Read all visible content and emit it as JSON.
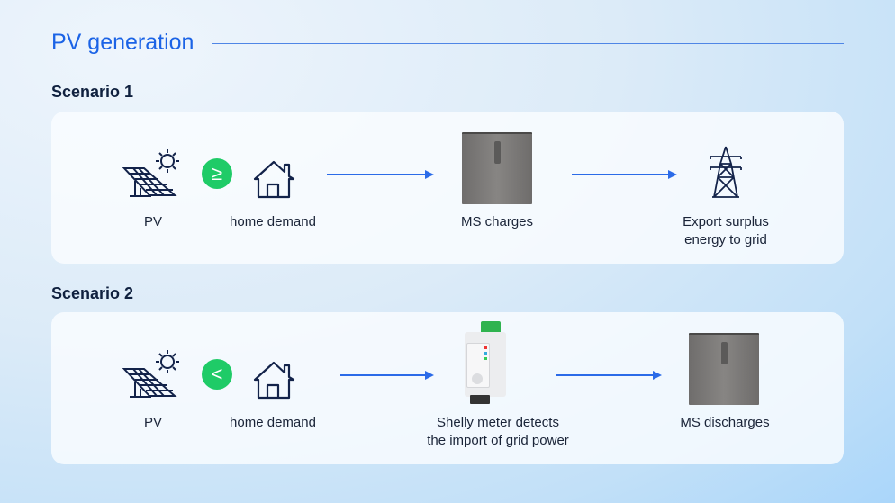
{
  "title": "PV generation",
  "scenarios": [
    {
      "label": "Scenario 1",
      "items": {
        "pv": "PV",
        "comparison": "≥",
        "home": "home demand",
        "middle": "MS charges",
        "end_line1": "Export surplus",
        "end_line2": "energy to grid"
      }
    },
    {
      "label": "Scenario 2",
      "items": {
        "pv": "PV",
        "comparison": "<",
        "home": "home demand",
        "middle_line1": "Shelly meter detects",
        "middle_line2": "the import of grid power",
        "end": "MS discharges"
      }
    }
  ],
  "colors": {
    "accent": "#1b63e6",
    "green": "#1fcb67",
    "arrow": "#2b6be8",
    "icon": "#13234a"
  }
}
